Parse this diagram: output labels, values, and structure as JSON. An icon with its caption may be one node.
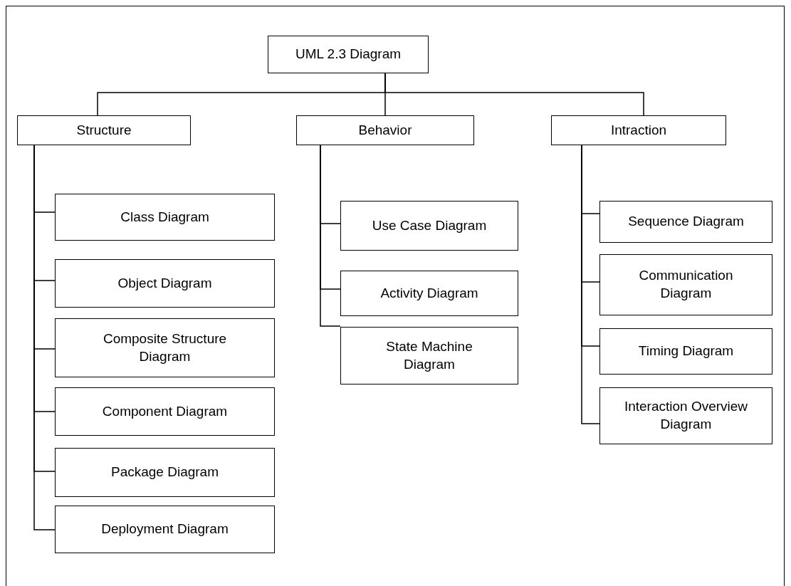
{
  "diagram": {
    "nodes": [
      {
        "text": [
          "UML 2.3 Diagram"
        ]
      },
      {
        "text": [
          "Structure"
        ]
      },
      {
        "text": [
          "Behavior"
        ]
      },
      {
        "text": [
          "Intraction"
        ]
      },
      {
        "text": [
          "Class Diagram"
        ]
      },
      {
        "text": [
          "Object Diagram"
        ]
      },
      {
        "text": [
          "Composite Structure Diagram"
        ]
      },
      {
        "text": [
          "Component Diagram"
        ]
      },
      {
        "text": [
          "Package Diagram"
        ]
      },
      {
        "text": [
          "Deployment Diagram"
        ]
      },
      {
        "text": [
          "Use Case Diagram"
        ]
      },
      {
        "text": [
          "Activity Diagram"
        ]
      },
      {
        "text": [
          "State Machine Diagram"
        ]
      },
      {
        "text": [
          "Sequence Diagram"
        ]
      },
      {
        "text": [
          "Communication Diagram"
        ]
      },
      {
        "text": [
          "Timing Diagram"
        ]
      },
      {
        "text": [
          "Interaction Overview Diagram"
        ]
      }
    ],
    "edges": [
      {
        "from": 0,
        "to": 1,
        "arrow": "none"
      },
      {
        "from": 0,
        "to": 2,
        "arrow": "none"
      },
      {
        "from": 0,
        "to": 3,
        "arrow": "none"
      },
      {
        "from": 1,
        "to": 4,
        "arrow": "none"
      },
      {
        "from": 1,
        "to": 5,
        "arrow": "none"
      },
      {
        "from": 1,
        "to": 6,
        "arrow": "none"
      },
      {
        "from": 1,
        "to": 7,
        "arrow": "none"
      },
      {
        "from": 1,
        "to": 8,
        "arrow": "none"
      },
      {
        "from": 1,
        "to": 9,
        "arrow": "none"
      },
      {
        "from": 2,
        "to": 10,
        "arrow": "none"
      },
      {
        "from": 2,
        "to": 11,
        "arrow": "none"
      },
      {
        "from": 2,
        "to": 12,
        "arrow": "none"
      },
      {
        "from": 3,
        "to": 13,
        "arrow": "none"
      },
      {
        "from": 3,
        "to": 14,
        "arrow": "none"
      },
      {
        "from": 3,
        "to": 15,
        "arrow": "none"
      },
      {
        "from": 3,
        "to": 16,
        "arrow": "none"
      }
    ]
  }
}
